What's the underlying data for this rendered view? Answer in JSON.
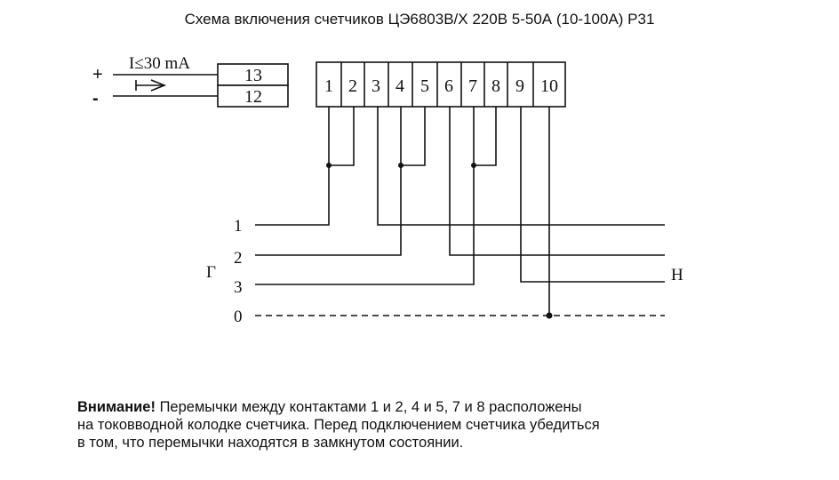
{
  "title": "Схема включения счетчиков  ЦЭ6803В/Х 220В 5-50А (10-100А) Р31",
  "pulse_output": {
    "current_label": "I≤30 mA",
    "plus_label": "+",
    "minus_label": "-",
    "contact_top": "13",
    "contact_bottom": "12"
  },
  "terminals": [
    "1",
    "2",
    "3",
    "4",
    "5",
    "6",
    "7",
    "8",
    "9",
    "10"
  ],
  "lines": {
    "generator_label": "Г",
    "load_label": "Н",
    "phase_labels": [
      "1",
      "2",
      "3"
    ],
    "neutral_label": "0"
  },
  "note": {
    "heading": "Внимание!",
    "line1": " Перемычки между контактами 1 и 2, 4 и 5, 7 и 8 расположены",
    "line2": "на токовводной колодке счетчика. Перед подключением счетчика убедиться",
    "line3": "в том, что перемычки находятся в замкнутом состоянии."
  },
  "colors": {
    "ink": "#111111",
    "background": "#ffffff"
  }
}
